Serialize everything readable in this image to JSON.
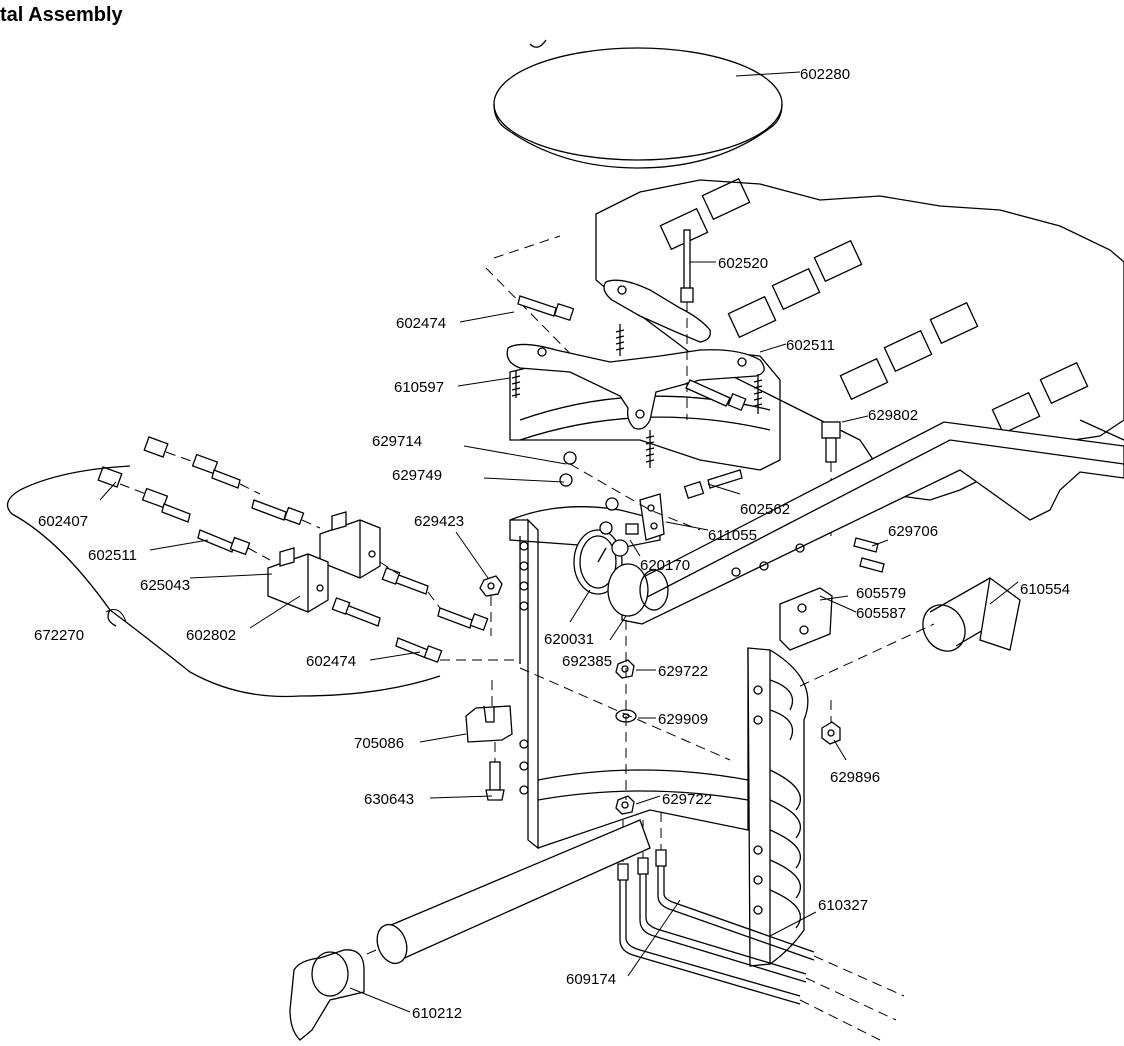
{
  "title": "tal Assembly",
  "labels": {
    "l602280": "602280",
    "l602520": "602520",
    "l602474a": "602474",
    "l602511a": "602511",
    "l610597": "610597",
    "l629802": "629802",
    "l629714": "629714",
    "l629749": "629749",
    "l602562": "602562",
    "l611055": "611055",
    "l602407": "602407",
    "l629423": "629423",
    "l629706": "629706",
    "l602511b": "602511",
    "l620170": "620170",
    "l610554": "610554",
    "l625043": "625043",
    "l605579": "605579",
    "l605587": "605587",
    "l620031": "620031",
    "l672270": "672270",
    "l602802": "602802",
    "l692385": "692385",
    "l629722a": "629722",
    "l602474b": "602474",
    "l629909": "629909",
    "l705086": "705086",
    "l629896": "629896",
    "l630643": "630643",
    "l629722b": "629722",
    "l610327": "610327",
    "l609174": "609174",
    "l610212": "610212"
  }
}
